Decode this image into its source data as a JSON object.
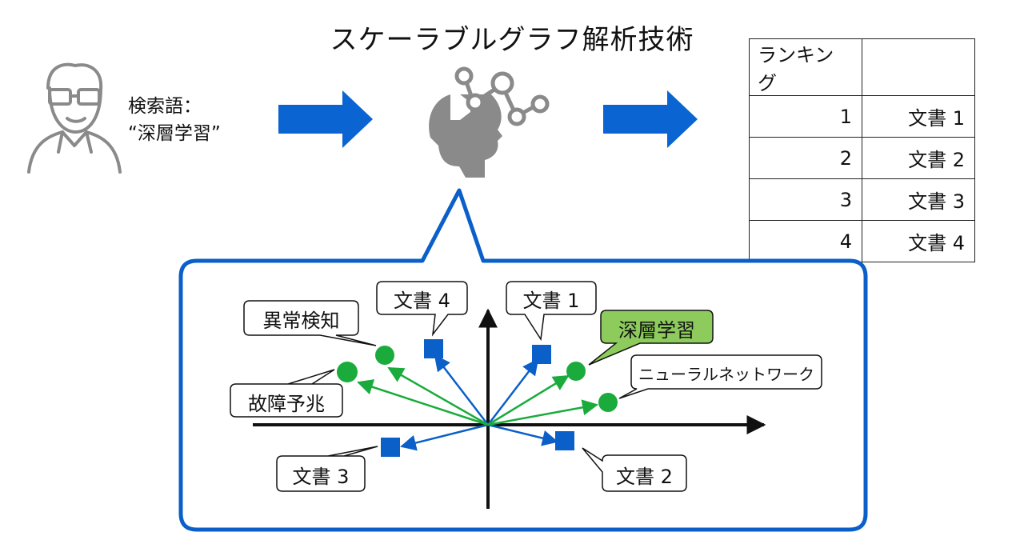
{
  "title": "スケーラブルグラフ解析技術",
  "query": {
    "label": "検索語：",
    "term": "“深層学習”"
  },
  "ranking": {
    "header": "ランキング",
    "header2": "",
    "rows": [
      {
        "rank": "1",
        "doc": "文書 1"
      },
      {
        "rank": "2",
        "doc": "文書 2"
      },
      {
        "rank": "3",
        "doc": "文書 3"
      },
      {
        "rank": "4",
        "doc": "文書 4"
      }
    ]
  },
  "colors": {
    "blue": "#0a5fc8",
    "arrow_blue": "#0a64d2",
    "green": "#1aab3c",
    "query_bubble": "#8dcc5c",
    "gray": "#7a7a7a"
  },
  "icons": [
    "user-icon",
    "ai-head-icon",
    "right-arrow-icon"
  ],
  "labels": {
    "doc4": "文書 4",
    "doc1": "文書 1",
    "doc2": "文書 2",
    "doc3": "文書 3",
    "anomaly": "異常検知",
    "failure": "故障予兆",
    "deep": "深層学習",
    "nn": "ニューラルネットワーク"
  }
}
